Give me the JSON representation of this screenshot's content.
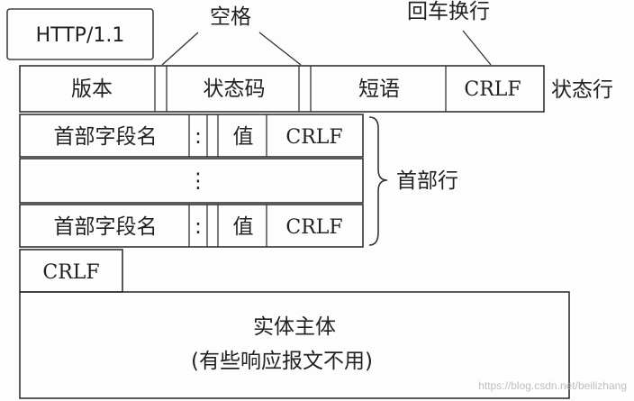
{
  "version_label": "HTTP/1.1",
  "annotations": {
    "space": "空格",
    "crlf_return": "回车换行",
    "status_line": "状态行",
    "header_lines": "首部行"
  },
  "status_row": {
    "version": "版本",
    "status_code": "状态码",
    "phrase": "短语",
    "crlf": "CRLF"
  },
  "header_rows": [
    {
      "name": "首部字段名",
      "colon": ":",
      "value": "值",
      "crlf": "CRLF"
    },
    {
      "name": "首部字段名",
      "colon": ":",
      "value": "值",
      "crlf": "CRLF"
    }
  ],
  "ellipsis": "⋮",
  "blank_line_crlf": "CRLF",
  "body": {
    "title": "实体主体",
    "note": "(有些响应报文不用)"
  },
  "watermark": "https://blog.csdn.net/beilizhang"
}
